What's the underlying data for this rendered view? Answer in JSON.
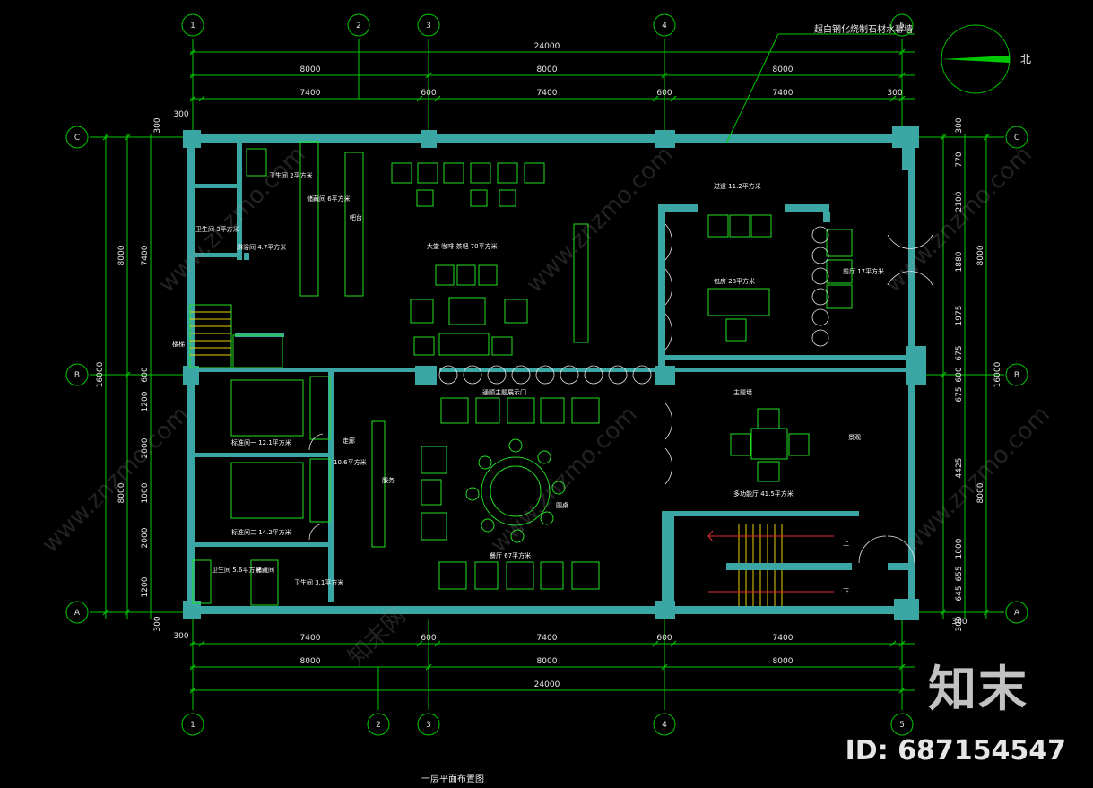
{
  "title": "一层平面布置图",
  "callout": "超白钢化烧制石材水幕墙",
  "north": "北",
  "dims": {
    "top_total": "24000",
    "top_bays": [
      "8000",
      "8000",
      "8000"
    ],
    "top_parts": [
      "300",
      "7400",
      "600",
      "7400",
      "600",
      "7400",
      "300"
    ],
    "bottom_parts": [
      "300",
      "7400",
      "600",
      "7400",
      "600",
      "7400",
      "300"
    ],
    "bottom_bays": [
      "8000",
      "8000",
      "8000"
    ],
    "bottom_total": "24000",
    "left_total": "16000",
    "left_bays": [
      "8000",
      "8000"
    ],
    "left_parts": [
      "300",
      "7400",
      "600",
      "1200",
      "2000",
      "1000",
      "2000",
      "1200",
      "300"
    ],
    "right_total": "16000",
    "right_bays": [
      "8000",
      "8000"
    ],
    "right_parts": [
      "300",
      "770",
      "2100",
      "1880",
      "1975",
      "675",
      "600",
      "675",
      "4425",
      "1000",
      "655",
      "645",
      "300"
    ]
  },
  "axes": {
    "columns": [
      "1",
      "2",
      "3",
      "4",
      "5"
    ],
    "rows": [
      "A",
      "B",
      "C"
    ]
  },
  "rooms": {
    "tea_room": "储藏间 6平方米",
    "toilet_a": "卫生间 2平方米",
    "toilet_b": "卫生间 3平方米",
    "bathroom": "淋浴间 4.7平方米",
    "lobby": "大堂 咖啡 茶吧 70平方米",
    "bar": "吧台",
    "corridor": "过道 11.2平方米",
    "vip": "包房 28平方米",
    "hall": "前厅 17平方米",
    "stair": "楼梯",
    "bed1": "标准间一 12.1平方米",
    "bed2": "标准间二 14.2平方米",
    "corridor2": "走廊",
    "corr_area": "10.6平方米",
    "display": "通顺主题展示门",
    "dining": "餐厅 67平方米",
    "counter": "服务",
    "round": "圆桌",
    "theme": "主题墙",
    "multi": "多功能厅 41.5平方米",
    "scene": "景观",
    "washroom": "卫生间 5.6平方米",
    "store": "储藏间",
    "wc": "卫生间 3.1平方米",
    "up": "上",
    "down": "下"
  },
  "watermark": {
    "logo": "知末",
    "id": "ID: 687154547",
    "site": "www.znzmo.com",
    "brand": "知末网"
  }
}
